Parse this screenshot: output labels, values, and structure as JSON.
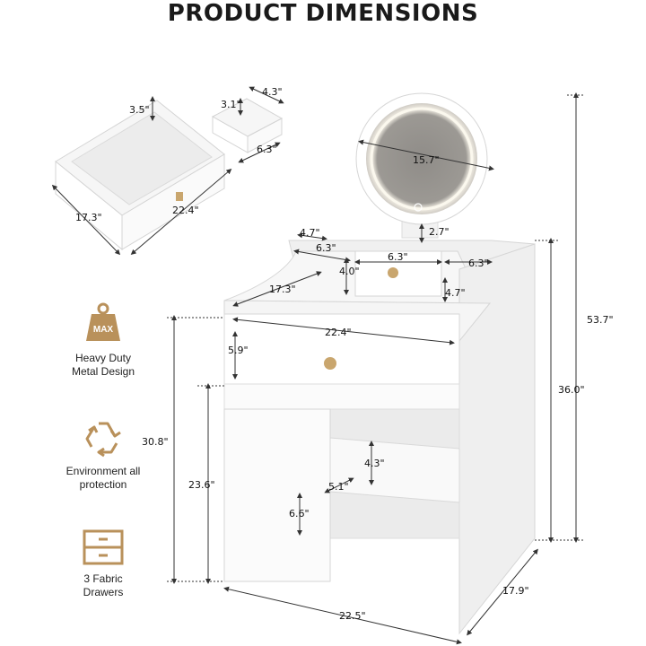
{
  "title": "PRODUCT DIMENSIONS",
  "features": [
    {
      "icon": "weight-max-icon",
      "badge": "MAX",
      "label": "Heavy Duty\nMetal Design"
    },
    {
      "icon": "recycle-icon",
      "label": "Environment all\nprotection"
    },
    {
      "icon": "drawers-icon",
      "label": "3 Fabric\nDrawers"
    }
  ],
  "dimensions": {
    "big_drawer_height": "3.5\"",
    "big_drawer_depth": "17.3\"",
    "big_drawer_width": "22.4\"",
    "small_drawer_height": "3.1\"",
    "small_drawer_width": "4.3\"",
    "small_drawer_depth": "6.3\"",
    "mirror_diameter": "15.7\"",
    "mirror_stem": "2.7\"",
    "top_side_depth": "4.7\"",
    "top_left_width": "6.3\"",
    "top_center_width": "6.3\"",
    "top_right_width": "6.3\"",
    "top_drawer_height": "4.0\"",
    "top_right_depth": "4.7\"",
    "desk_depth": "17.3\"",
    "desk_width": "22.4\"",
    "desk_drawer_height": "5.9\"",
    "total_height": "53.7\"",
    "desk_height": "36.0\"",
    "left_height": "30.8\"",
    "leg_height": "23.6\"",
    "shelf_height": "4.3\"",
    "shelf_depth": "5.1\"",
    "shelf_floor": "6.6\"",
    "base_width": "22.5\"",
    "base_depth": "17.9\""
  },
  "colors": {
    "accent": "#b9915b",
    "arrow": "#3a3a3a",
    "furniture": "#f4f4f4",
    "edge": "#d8d8d8"
  }
}
